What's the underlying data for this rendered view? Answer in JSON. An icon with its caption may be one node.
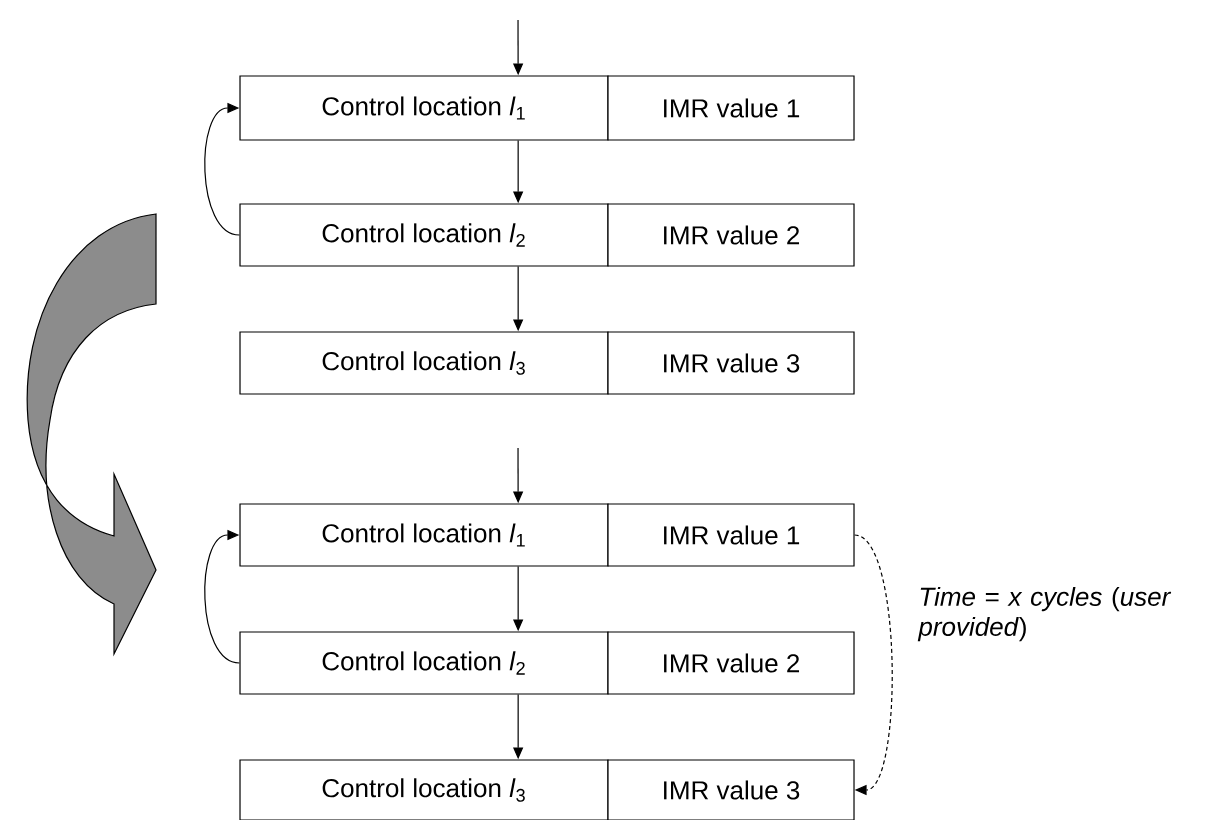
{
  "diagram": {
    "nodes": [
      {
        "text": [
          "Control location *l*$_{1}$"
        ]
      },
      {
        "text": [
          "IMR value 1"
        ]
      },
      {
        "text": [
          "Control location *l*$_{2}$"
        ]
      },
      {
        "text": [
          "IMR value 2"
        ]
      },
      {
        "text": [
          "Control location *l*$_{3}$"
        ]
      },
      {
        "text": [
          "IMR value 3"
        ]
      },
      {
        "text": [
          "Control location *l*$_{1}$"
        ]
      },
      {
        "text": [
          "IMR value 1"
        ]
      },
      {
        "text": [
          "Control location *l*$_{2}$"
        ]
      },
      {
        "text": [
          "IMR value 2"
        ]
      },
      {
        "text": [
          "Control location *l*$_{3}$"
        ]
      },
      {
        "text": [
          "IMR value 3"
        ]
      }
    ],
    "edges": [
      {
        "from": null,
        "to": 0,
        "arrow": "to"
      },
      {
        "from": 0,
        "to": 2,
        "arrow": "to"
      },
      {
        "from": 2,
        "to": 4,
        "arrow": "to"
      },
      {
        "from": 2,
        "to": 0,
        "arrow": "to"
      },
      {
        "from": null,
        "to": 6,
        "arrow": "to"
      },
      {
        "from": 6,
        "to": 8,
        "arrow": "to"
      },
      {
        "from": 8,
        "to": 10,
        "arrow": "to"
      },
      {
        "from": 8,
        "to": 6,
        "arrow": "to"
      },
      {
        "from": 7,
        "to": 11,
        "arrow": "to",
        "style": "dashed",
        "label": "*Time* = *x cycles* (*user provided*)"
      }
    ]
  }
}
